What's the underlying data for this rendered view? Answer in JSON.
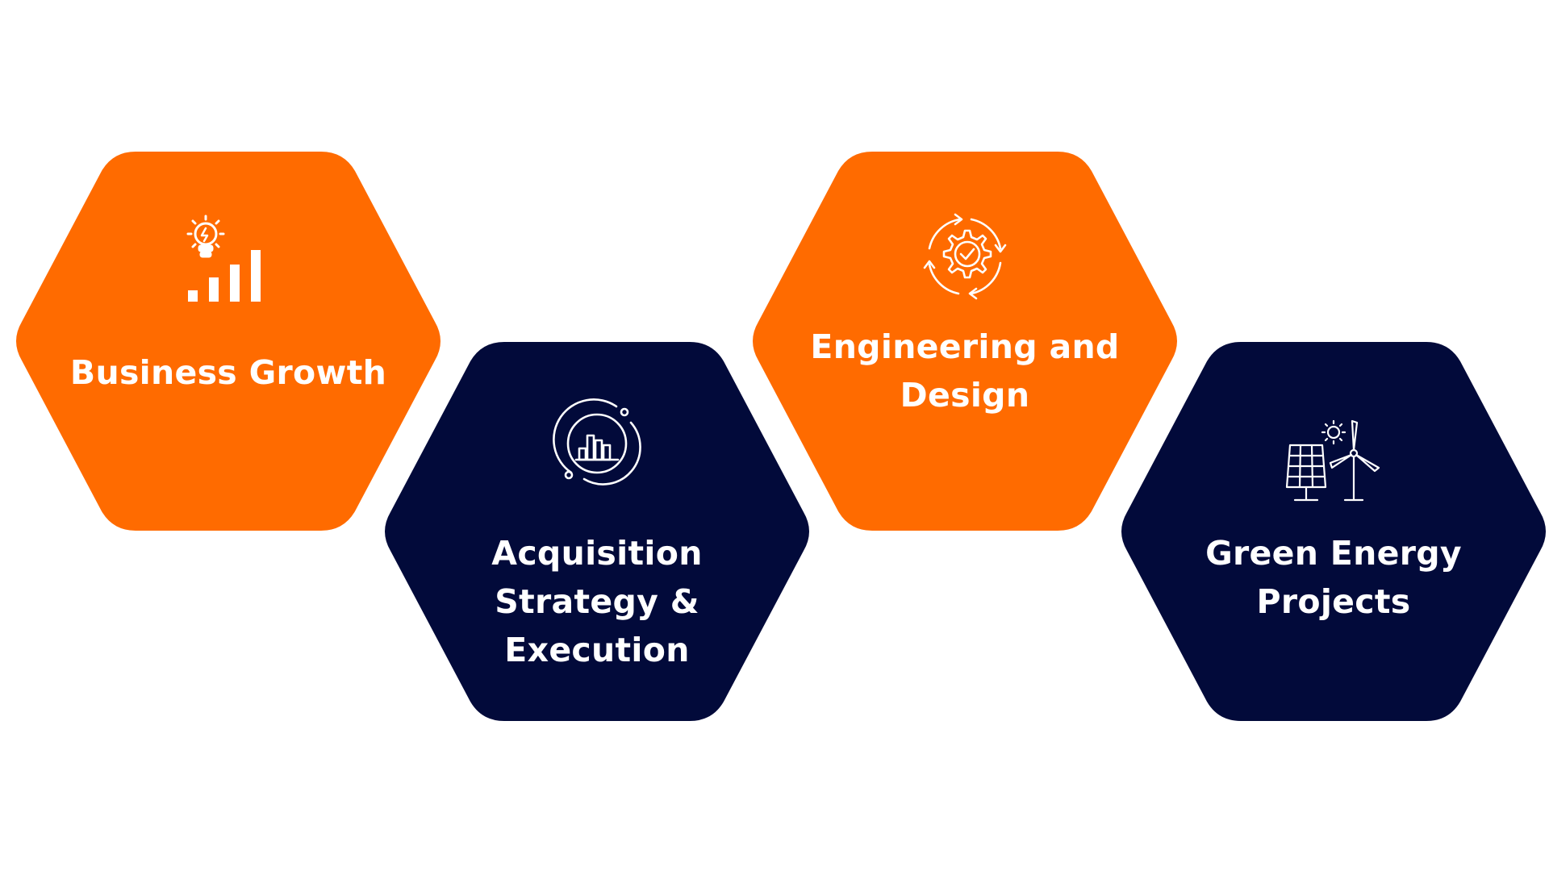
{
  "colors": {
    "orange": "#ff6b00",
    "navy": "#020a3a",
    "icon": "#ffffff",
    "background": "#ffffff"
  },
  "items": [
    {
      "label": "Business Growth",
      "icon": "lightbulb-growth-bars-icon",
      "color": "orange"
    },
    {
      "label": "Acquisition Strategy & Execution",
      "icon": "bar-chart-cycle-icon",
      "color": "navy"
    },
    {
      "label": "Engineering and Design",
      "icon": "gear-check-cycle-icon",
      "color": "orange"
    },
    {
      "label": "Green Energy Projects",
      "icon": "solar-panel-wind-turbine-icon",
      "color": "navy"
    }
  ]
}
